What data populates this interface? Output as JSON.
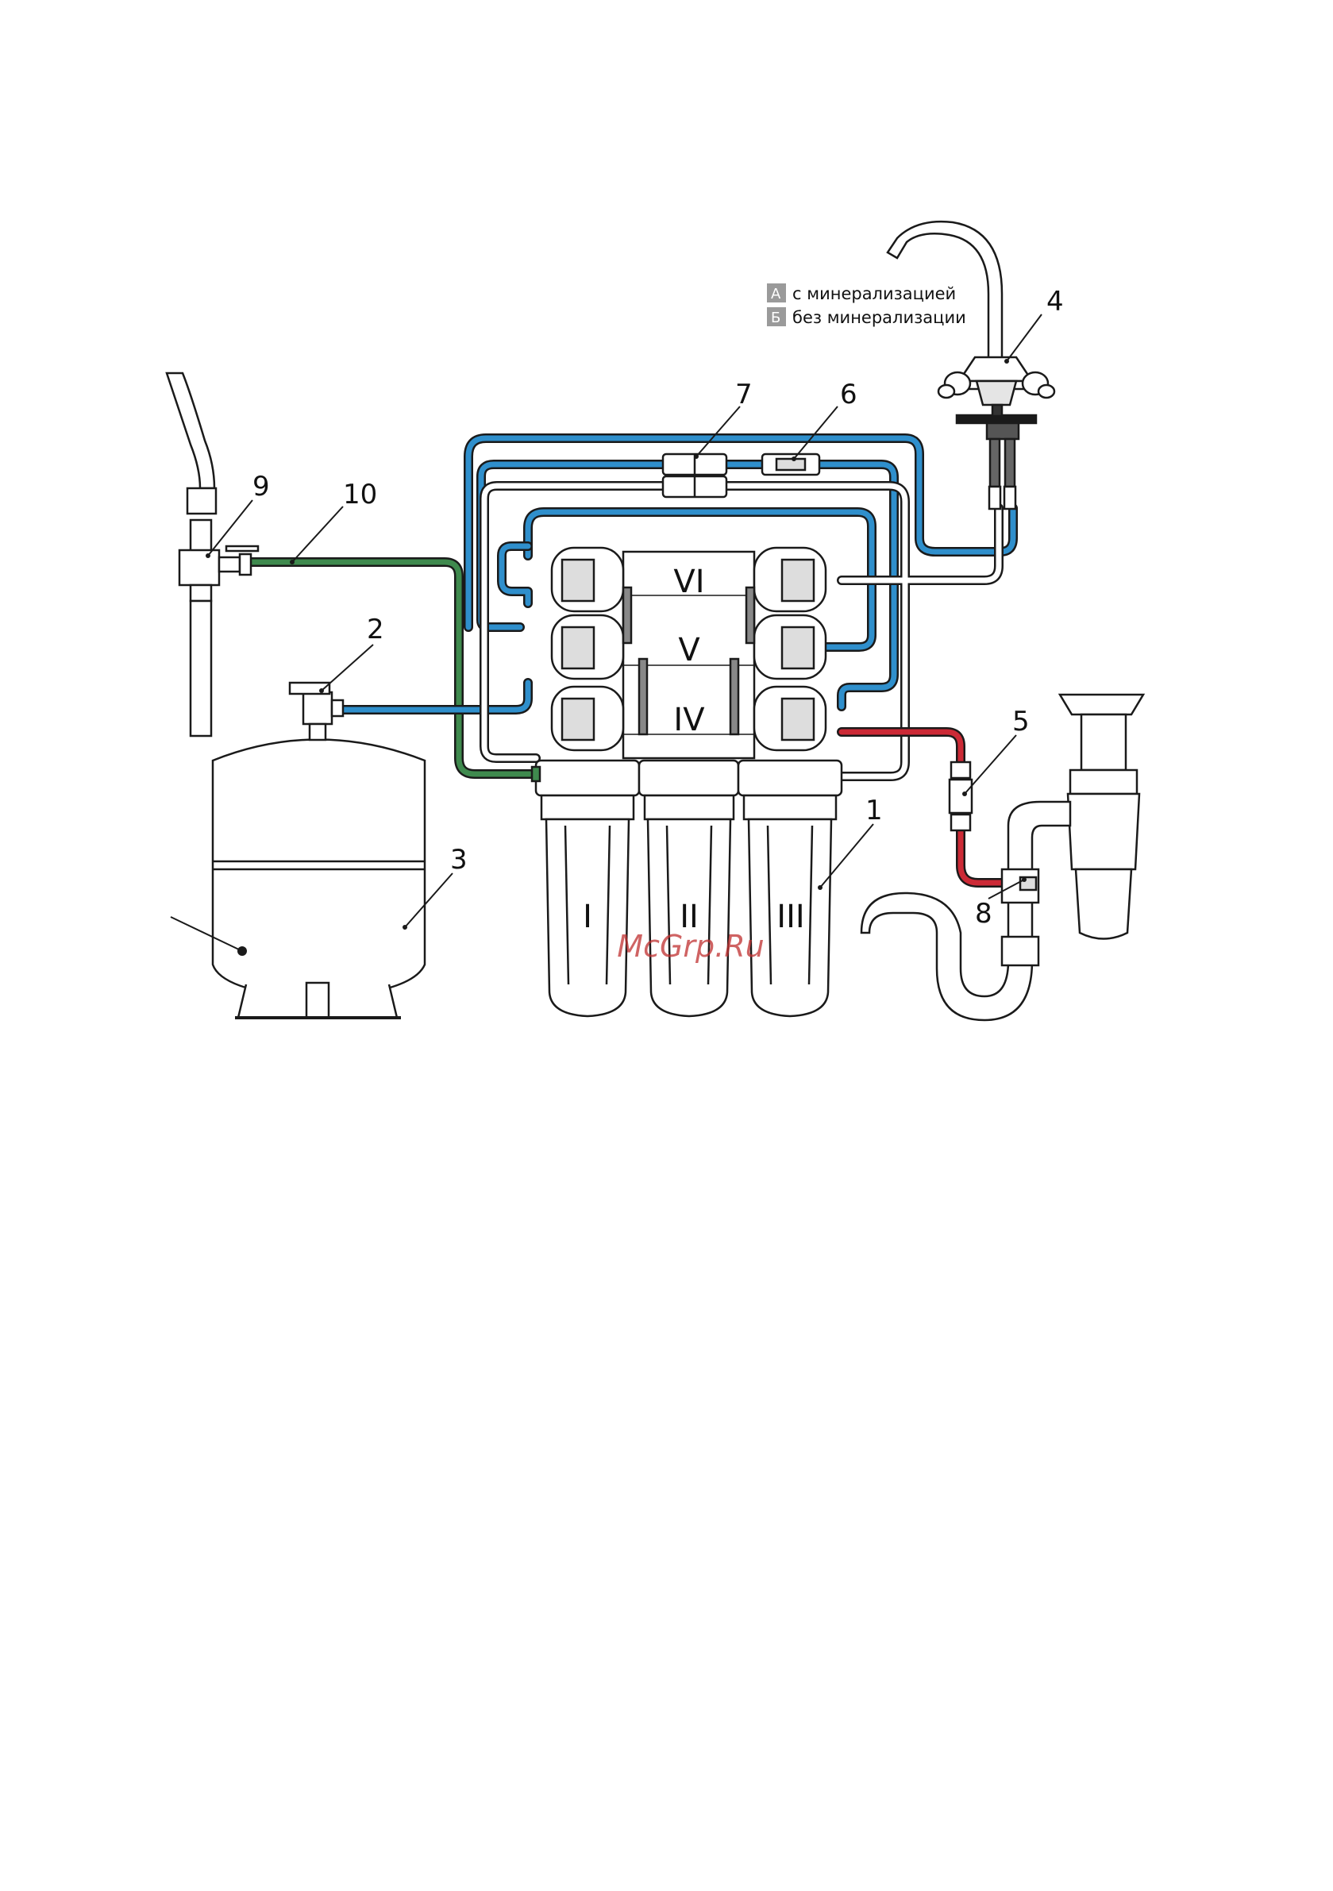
{
  "legend": [
    {
      "key": "А",
      "label": "с минерализацией"
    },
    {
      "key": "Б",
      "label": "без минерализации"
    }
  ],
  "callouts": [
    "1",
    "2",
    "3",
    "4",
    "5",
    "6",
    "7",
    "8",
    "9",
    "10"
  ],
  "filter_labels": {
    "housings": [
      "I",
      "II",
      "III"
    ],
    "membranes": [
      "VI",
      "V",
      "IV"
    ]
  },
  "watermark": "McGrp.Ru",
  "colors": {
    "clean_water_line": "#2f8fcc",
    "inlet_line": "#3f8a4e",
    "drain_line": "#cc2a36",
    "outline": "#1a1a1a",
    "legend_box": "#9a9a9a"
  }
}
